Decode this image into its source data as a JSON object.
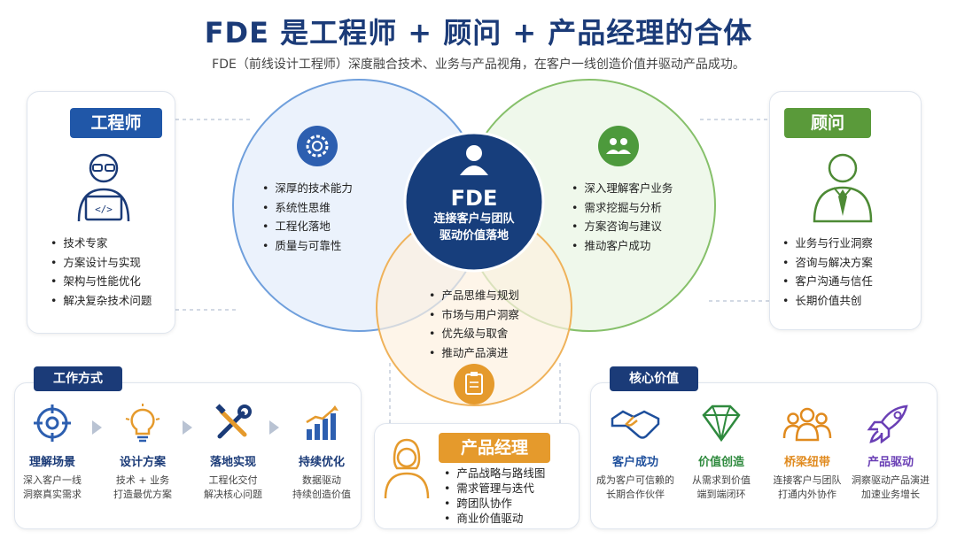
{
  "header": {
    "title": "FDE 是工程师 + 顾问 + 产品经理的合体",
    "subtitle": "FDE（前线设计工程师）深度融合技术、业务与产品视角，在客户一线创造价值并驱动产品成功。"
  },
  "engineer": {
    "label": "工程师",
    "items": [
      "技术专家",
      "方案设计与实现",
      "架构与性能优化",
      "解决复杂技术问题"
    ]
  },
  "consultant": {
    "label": "顾问",
    "items": [
      "业务与行业洞察",
      "咨询与解决方案",
      "客户沟通与信任",
      "长期价值共创"
    ]
  },
  "venn": {
    "blue_items": [
      "深厚的技术能力",
      "系统性思维",
      "工程化落地",
      "质量与可靠性"
    ],
    "green_items": [
      "深入理解客户业务",
      "需求挖掘与分析",
      "方案咨询与建议",
      "推动客户成功"
    ],
    "orange_items": [
      "产品思维与规划",
      "市场与用户洞察",
      "优先级与取舍",
      "推动产品演进"
    ],
    "center": {
      "title": "FDE",
      "line1": "连接客户与团队",
      "line2": "驱动价值落地"
    }
  },
  "pm": {
    "label": "产品经理",
    "items": [
      "产品战略与路线图",
      "需求管理与迭代",
      "跨团队协作",
      "商业价值驱动"
    ]
  },
  "work": {
    "label": "工作方式",
    "steps": [
      {
        "title": "理解场景",
        "line1": "深入客户一线",
        "line2": "洞察真实需求",
        "icon": "target-icon"
      },
      {
        "title": "设计方案",
        "line1": "技术 + 业务",
        "line2": "打造最优方案",
        "icon": "lightbulb-icon"
      },
      {
        "title": "落地实现",
        "line1": "工程化交付",
        "line2": "解决核心问题",
        "icon": "tools-icon"
      },
      {
        "title": "持续优化",
        "line1": "数据驱动",
        "line2": "持续创造价值",
        "icon": "growth-chart-icon"
      }
    ]
  },
  "values": {
    "label": "核心价值",
    "items": [
      {
        "title": "客户成功",
        "line1": "成为客户可信赖的",
        "line2": "长期合作伙伴",
        "color": "#1e4f9c",
        "icon": "handshake-icon"
      },
      {
        "title": "价值创造",
        "line1": "从需求到价值",
        "line2": "端到端闭环",
        "color": "#2f8a3e",
        "icon": "diamond-icon"
      },
      {
        "title": "桥梁纽带",
        "line1": "连接客户与团队",
        "line2": "打通内外协作",
        "color": "#e08a1e",
        "icon": "team-icon"
      },
      {
        "title": "产品驱动",
        "line1": "洞察驱动产品演进",
        "line2": "加速业务增长",
        "color": "#6a3fb5",
        "icon": "rocket-icon"
      }
    ]
  },
  "colors": {
    "navy": "#1b3b78",
    "blue": "#2d5fb0",
    "green": "#5a9a3a",
    "orange": "#e59a2c"
  }
}
